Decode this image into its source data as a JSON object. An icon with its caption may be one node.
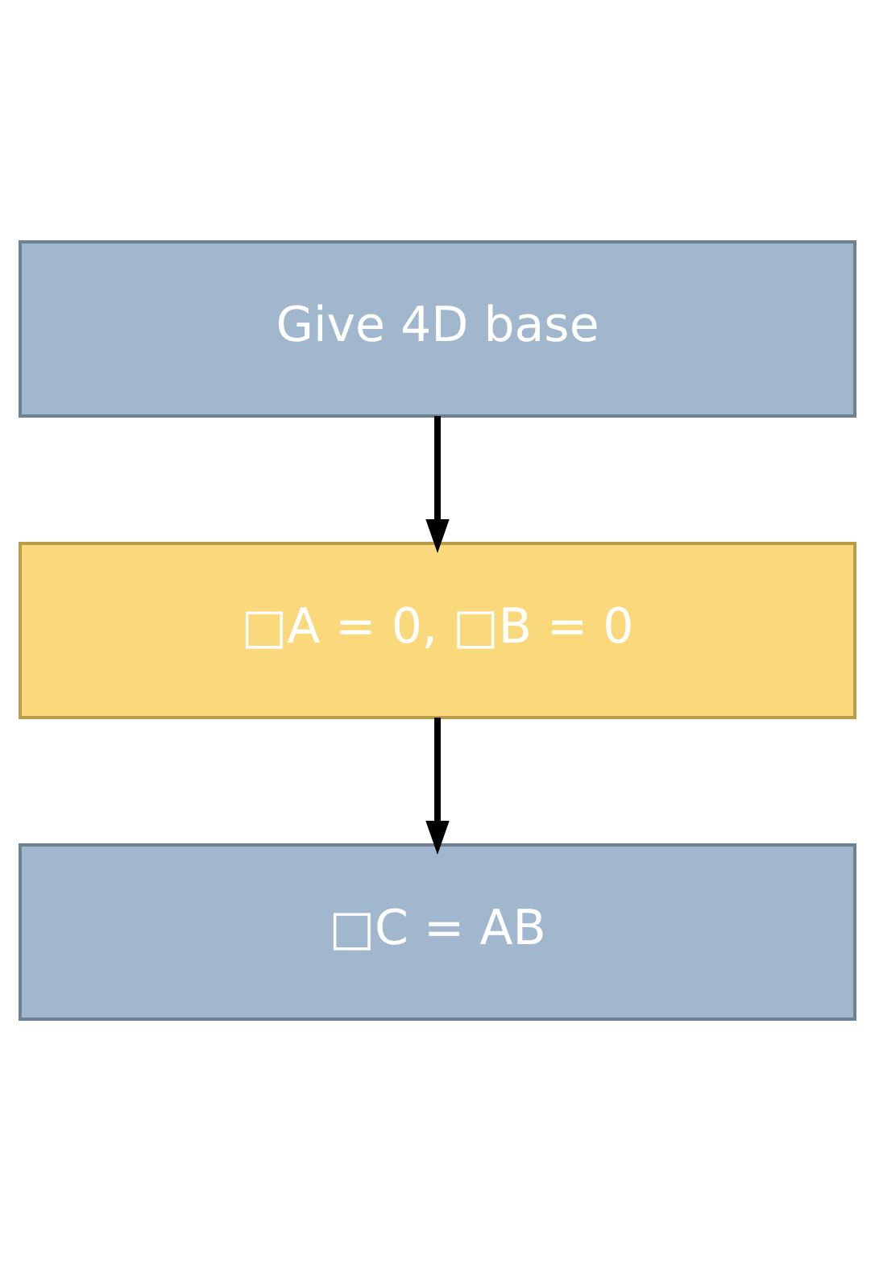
{
  "diagram": {
    "nodes": [
      {
        "text": [
          "Give 4D base"
        ]
      },
      {
        "text": [
          "□A = 0, □B = 0"
        ]
      },
      {
        "text": [
          "□C = AB"
        ]
      }
    ],
    "edges": [
      {
        "from": 0,
        "to": 1,
        "arrow": "to"
      },
      {
        "from": 1,
        "to": 2,
        "arrow": "to"
      }
    ]
  }
}
